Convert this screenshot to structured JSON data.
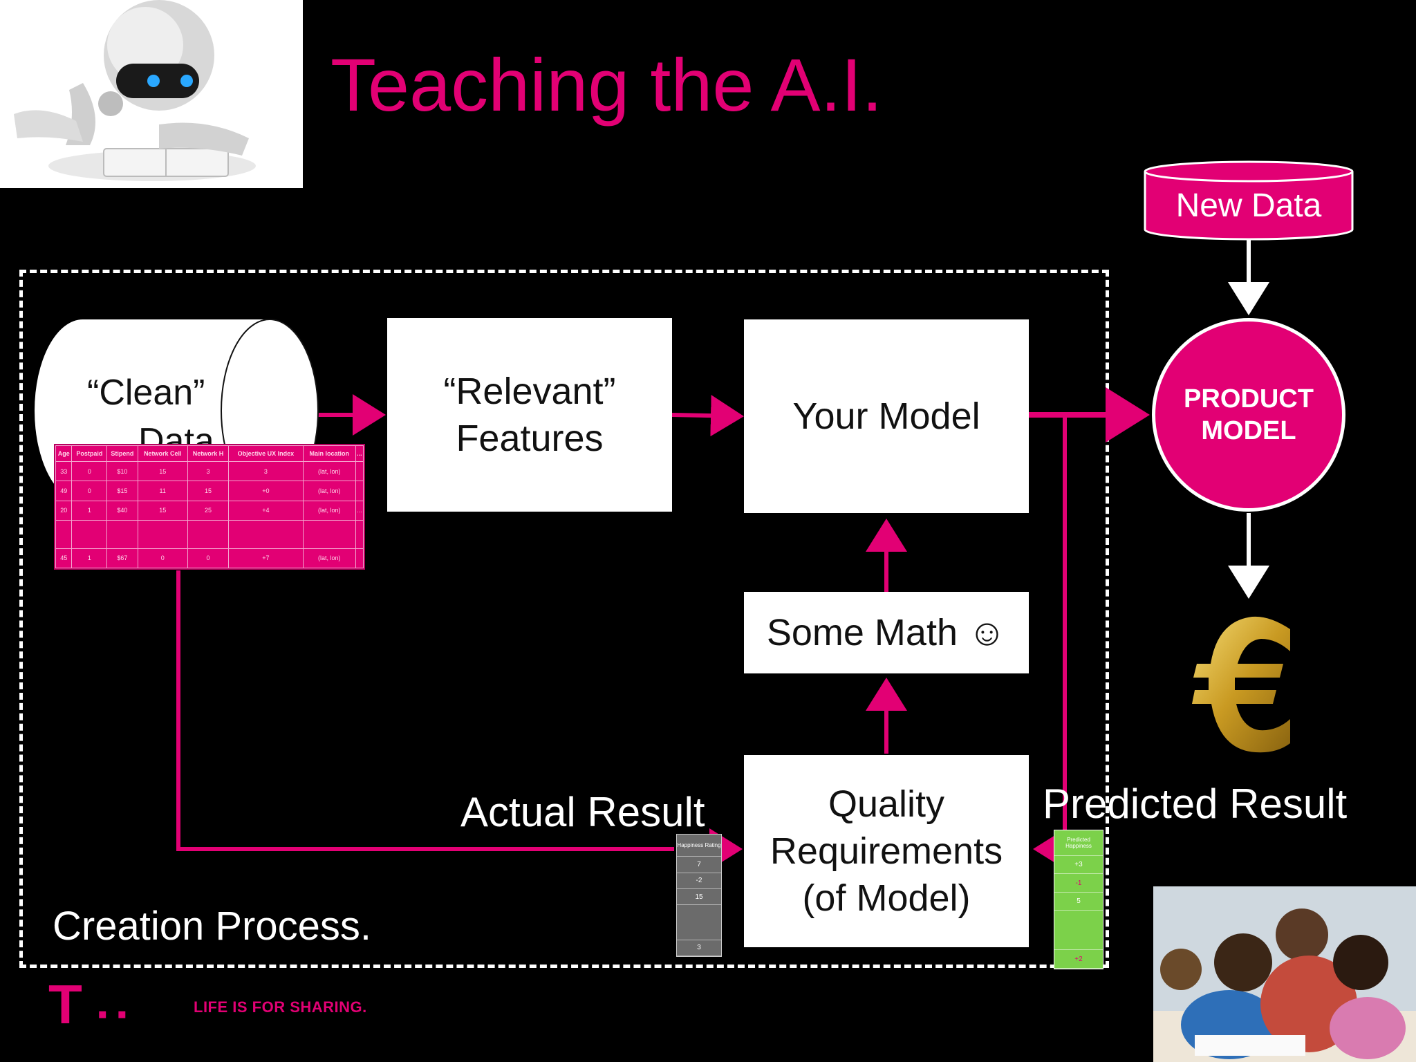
{
  "slide": {
    "title": "Teaching the A.I.",
    "creation_caption": "Creation Process.",
    "footer_tagline": "LIFE IS FOR SHARING.",
    "logo_mark": "T"
  },
  "nodes": {
    "clean_data_line1": "“Clean”",
    "clean_data_line2": "Data",
    "relevant_features": "“Relevant” Features",
    "your_model": "Your Model",
    "some_math": "Some Math ☺",
    "quality_line1": "Quality",
    "quality_line2": "Requirements",
    "quality_line3": "(of Model)",
    "new_data": "New Data",
    "product_model_line1": "PRODUCT",
    "product_model_line2": "MODEL",
    "actual_result": "Actual Result",
    "predicted_result": "Predicted Result"
  },
  "data_table": {
    "headers": [
      "Age",
      "Postpaid",
      "Stipend",
      "Network Cell",
      "Network H",
      "Objective UX Index",
      "Main location",
      "..."
    ],
    "rows": [
      [
        "33",
        "0",
        "$10",
        "15",
        "3",
        "3",
        "(lat, lon)",
        ""
      ],
      [
        "49",
        "0",
        "$15",
        "11",
        "15",
        "+0",
        "(lat, lon)",
        ""
      ],
      [
        "20",
        "1",
        "$40",
        "15",
        "25",
        "+4",
        "(lat, lon)",
        "..."
      ],
      [
        "",
        "",
        "",
        "",
        "",
        "",
        "",
        ""
      ],
      [
        "45",
        "1",
        "$67",
        "0",
        "0",
        "+7",
        "(lat, lon)",
        ""
      ]
    ]
  },
  "actual_column": {
    "header": "Happiness Rating",
    "values": [
      "7",
      "-2",
      "15",
      "",
      "3"
    ]
  },
  "predicted_column": {
    "header": "Predicted Happiness",
    "values": [
      "+3",
      "-1",
      "5",
      "",
      "+2"
    ]
  },
  "colors": {
    "magenta": "#e20074",
    "background": "#000000",
    "box": "#ffffff",
    "predicted_green": "#7cd14a",
    "actual_gray": "#6b6b6b",
    "euro_gold": "#d4a92a"
  },
  "icons": [
    "robot-reading-image",
    "euro-icon",
    "classroom-photo",
    "telekom-logo"
  ]
}
